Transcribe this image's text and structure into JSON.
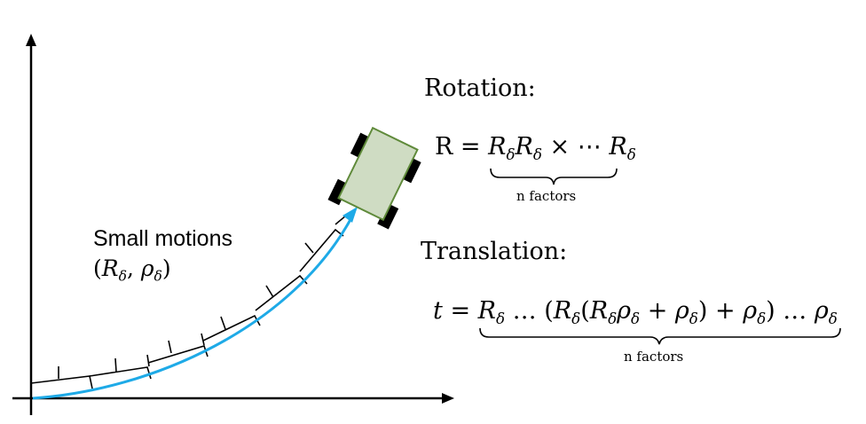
{
  "labels": {
    "small_motions_line1": "Small motions",
    "small_motions_line2_open": "(",
    "small_motions_R": "R",
    "small_motions_sep": ", ",
    "small_motions_rho": "ρ",
    "small_motions_close": ")",
    "delta": "δ",
    "rotation_title": "Rotation:",
    "translation_title": "Translation:",
    "rotation_brace_label": "n factors",
    "translation_brace_label": "n factors"
  },
  "equations": {
    "rotation_lhs": "R = ",
    "rotation_R": "R",
    "rotation_times": " × ⋯ ",
    "translation_lhs": "t",
    "translation_eq": " = ",
    "R": "R",
    "rho": "ρ",
    "ellipsis_open": " … (",
    "open_paren": "(",
    "plus": " + ",
    "close_plus": ") + ",
    "close_ellipsis": ") … "
  },
  "colors": {
    "path_arrow": "#1eaae7",
    "robot_body": "#cfdcc3",
    "robot_outline": "#5f8a3a",
    "wheels": "#000000"
  },
  "icons": {
    "robot": "robot-car-icon"
  }
}
